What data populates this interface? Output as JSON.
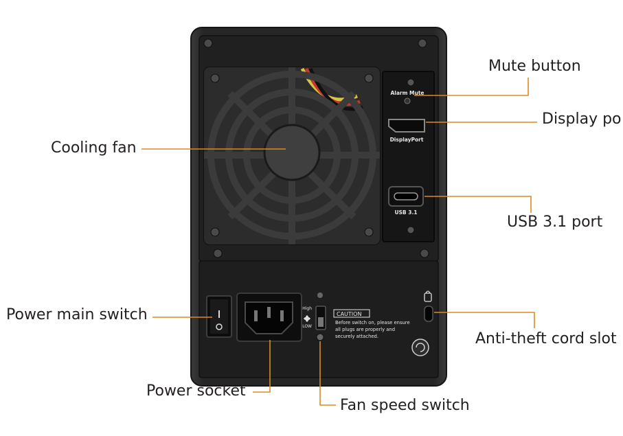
{
  "callouts": {
    "mute_button": "Mute button",
    "display_port": "Display po",
    "cooling_fan": "Cooling fan",
    "usb_port": "USB 3.1 port",
    "power_main_switch": "Power main switch",
    "anti_theft_slot": "Anti-theft cord slot",
    "power_socket": "Power socket",
    "fan_speed_switch": "Fan speed switch"
  },
  "device_labels": {
    "alarm_mute": "Alarm Mute",
    "displayport": "DisplayPort",
    "usb": "USB 3.1",
    "fan_high": "High",
    "fan_low": "LOW",
    "caution_title": "CAUTION",
    "caution_line1": "Before switch on, please ensure",
    "caution_line2": "all plugs are properly and",
    "caution_line3": "securely attached."
  },
  "colors": {
    "leader": "#e08a1e",
    "enclosure": "#2b2b2b",
    "panel": "#1c1c1c",
    "text": "#231f20"
  },
  "icons": [
    "fan-icon",
    "lock-icon",
    "recycle-icon",
    "screw-icon"
  ]
}
